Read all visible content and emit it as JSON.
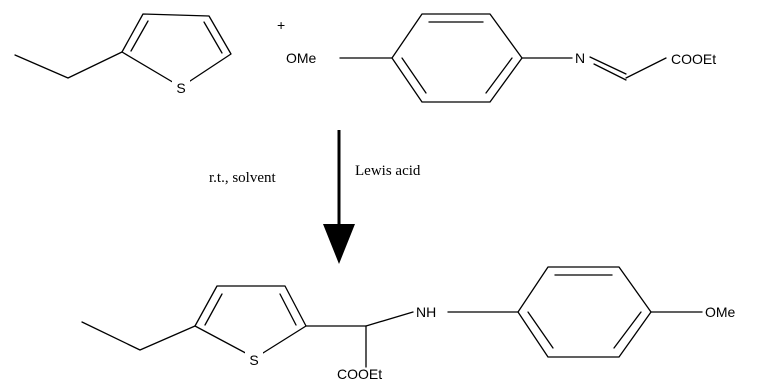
{
  "reactants": {
    "plus_sign": "+",
    "thiophene": {
      "sulfur_label": "S"
    },
    "imine": {
      "methoxy_label": "OMe",
      "nitrogen_label": "N",
      "ester_label": "COOEt"
    }
  },
  "conditions": {
    "left_label": "r.t., solvent",
    "right_label": "Lewis acid"
  },
  "product": {
    "sulfur_label": "S",
    "amine_label": "NH",
    "methoxy_label": "OMe",
    "ester_label": "COOEt"
  }
}
